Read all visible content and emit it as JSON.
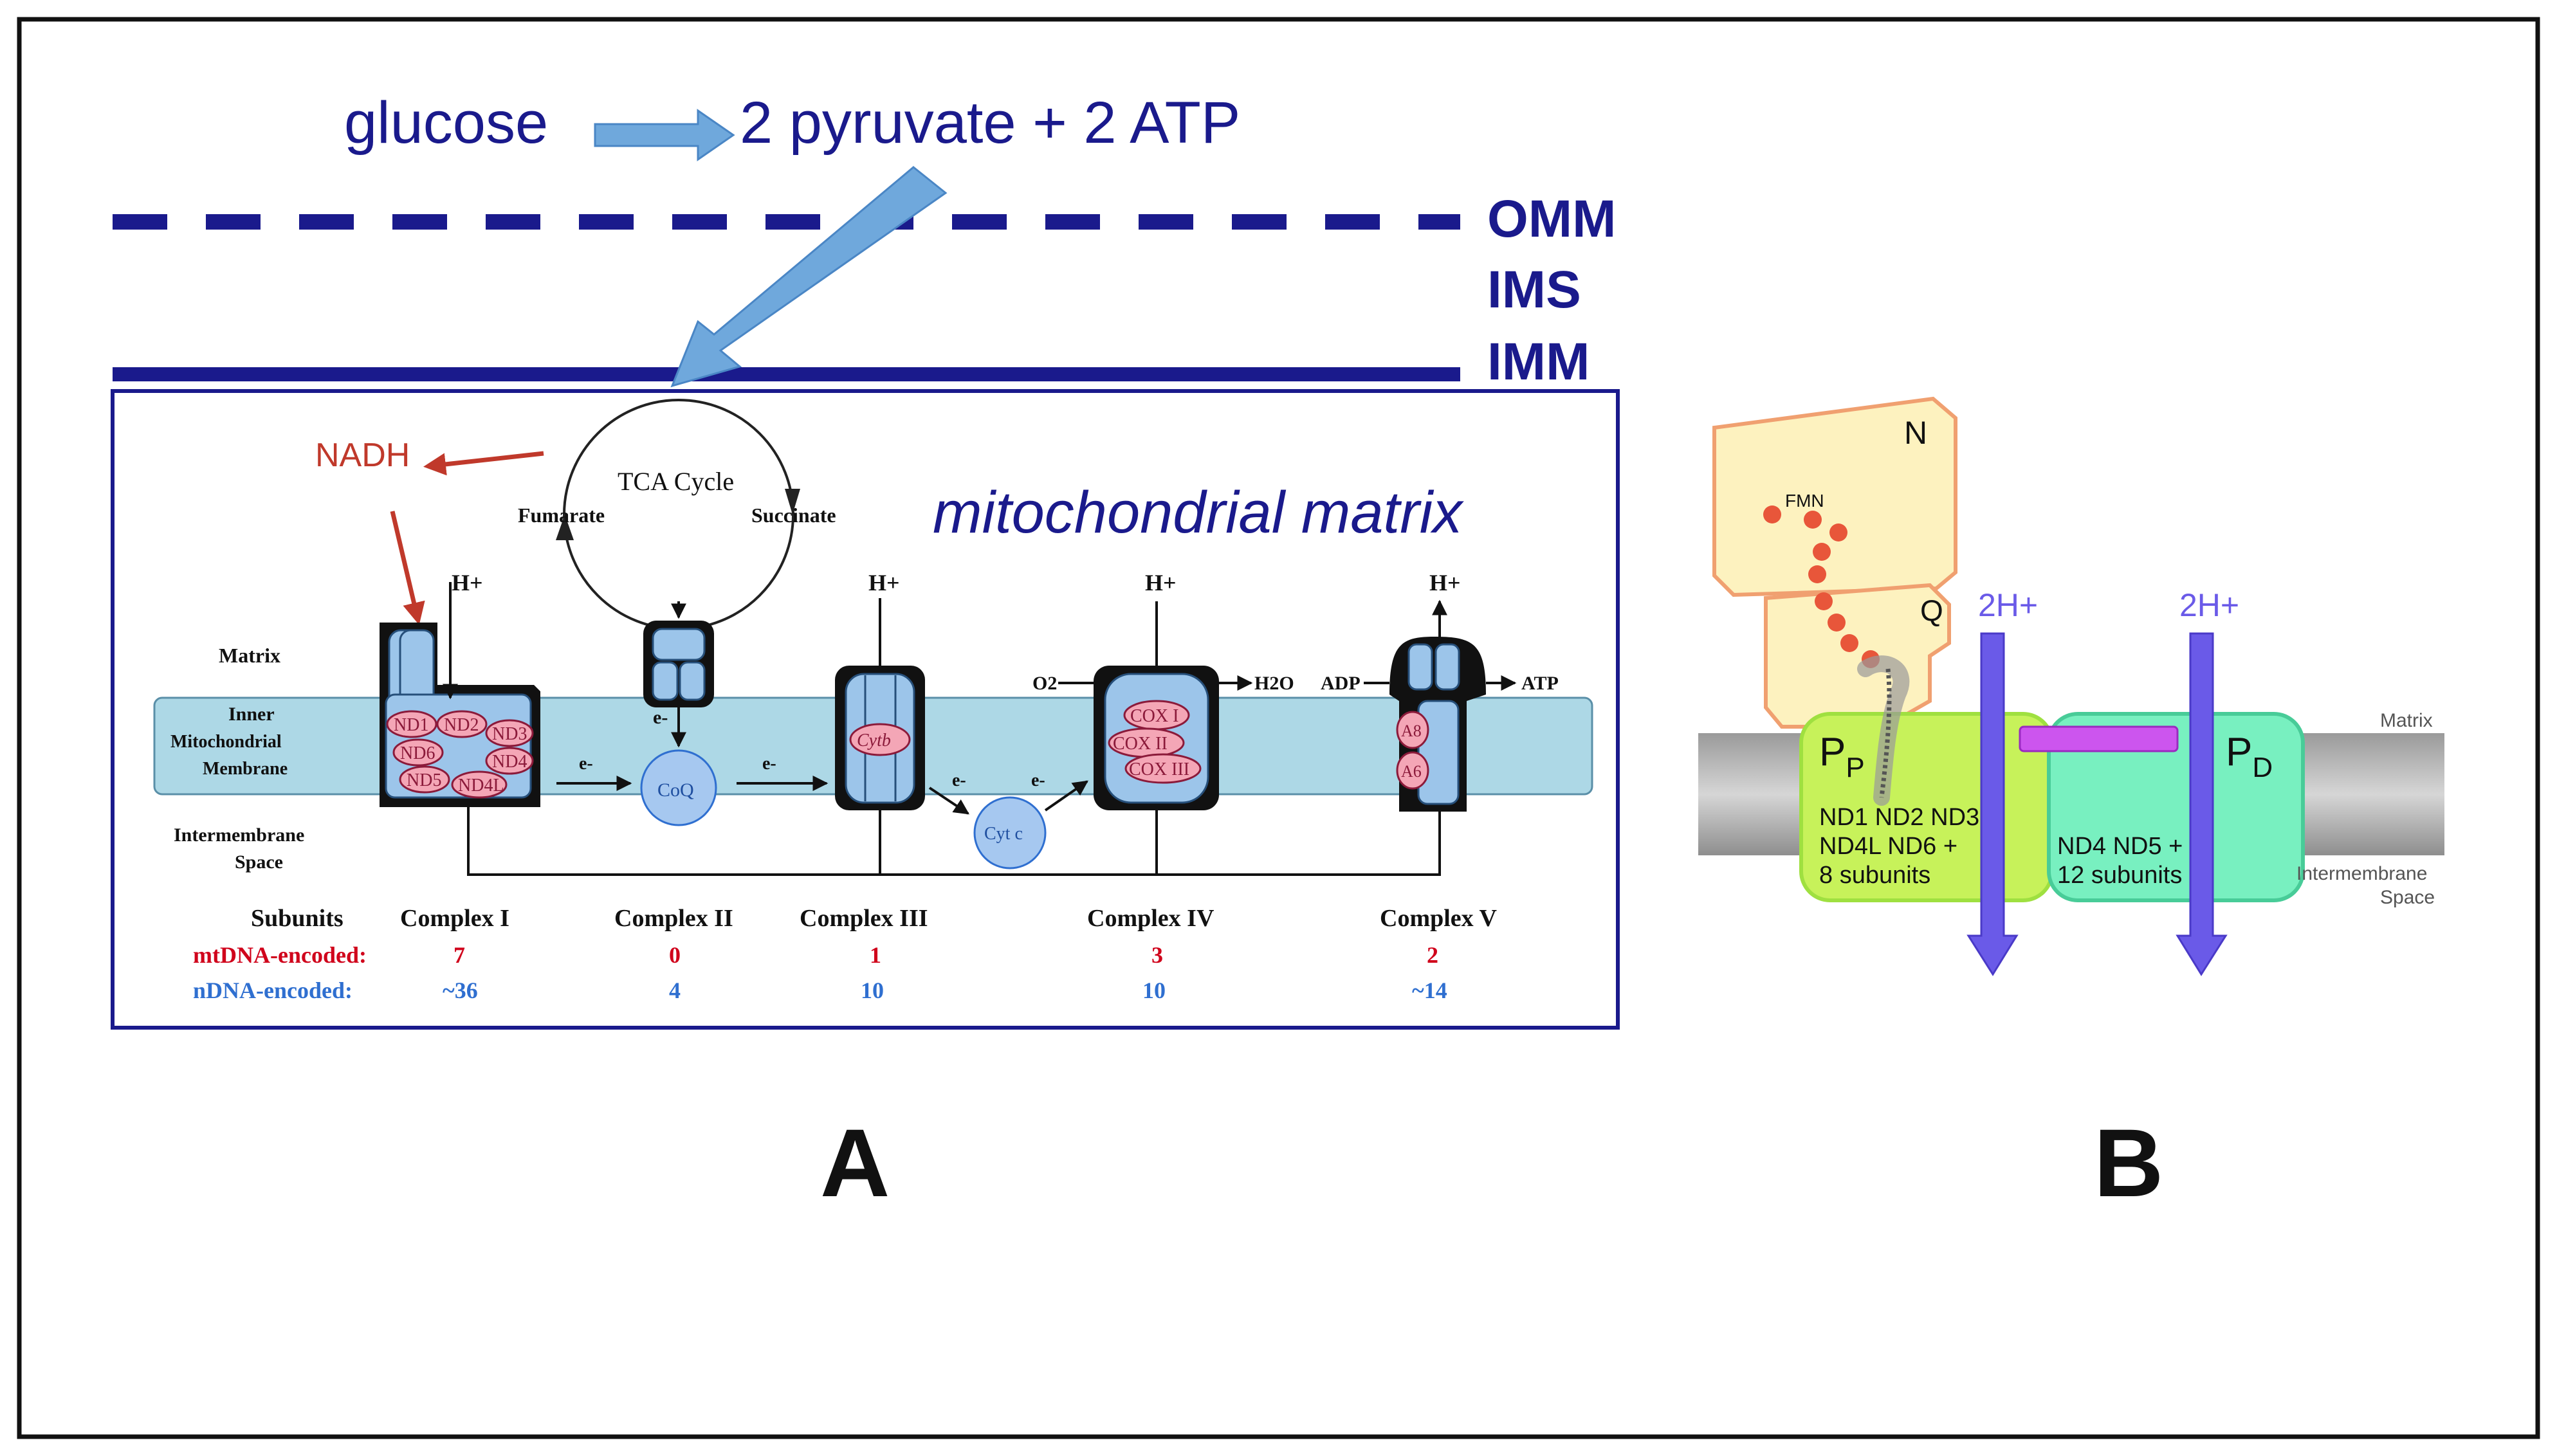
{
  "top": {
    "glucose": "glucose",
    "pyruvate": "2 pyruvate + 2 ATP",
    "omm": "OMM",
    "ims": "IMS",
    "imm": "IMM",
    "matrix_title": "mitochondrial matrix",
    "nadh": "NADH"
  },
  "tca": {
    "title": "TCA Cycle",
    "fumarate": "Fumarate",
    "succinate": "Succinate"
  },
  "regions": {
    "matrix": "Matrix",
    "inner1": "Inner",
    "inner2": "Mitochondrial",
    "inner3": "Membrane",
    "ims1": "Intermembrane",
    "ims2": "Space"
  },
  "complex1_subunits": [
    "ND1",
    "ND2",
    "ND3",
    "ND6",
    "ND4",
    "ND5",
    "ND4L"
  ],
  "complex3_subunit": "Cytb",
  "complex4_subunits": [
    "COX I",
    "COX II",
    "COX III"
  ],
  "complex5_subunits": [
    "A8",
    "A6"
  ],
  "labels": {
    "hplus": "H+",
    "eminus": "e-",
    "coq": "CoQ",
    "cytc": "Cyt c",
    "o2": "O2",
    "h2o": "H2O",
    "adp": "ADP",
    "atp": "ATP"
  },
  "table": {
    "header": "Subunits",
    "complexes": [
      "Complex I",
      "Complex II",
      "Complex III",
      "Complex IV",
      "Complex V"
    ],
    "mt_label": "mtDNA-encoded:",
    "mt_values": [
      "7",
      "0",
      "1",
      "3",
      "2"
    ],
    "n_label": "nDNA-encoded:",
    "n_values": [
      "~36",
      "4",
      "10",
      "10",
      "~14"
    ]
  },
  "panelB": {
    "n": "N",
    "fmn": "FMN",
    "q": "Q",
    "pp_main": "P",
    "pp_sub": "P",
    "pd_main": "P",
    "pd_sub": "D",
    "pp_text1": "ND1 ND2 ND3",
    "pp_text2": "ND4L ND6 +",
    "pp_text3": "8 subunits",
    "pd_text1": "ND4 ND5 +",
    "pd_text2": "12 subunits",
    "proton1": "2H+",
    "proton2": "2H+",
    "matrix": "Matrix",
    "ims1": "Intermembrane",
    "ims2": "Space"
  },
  "panel_labels": {
    "a": "A",
    "b": "B"
  },
  "colors": {
    "navy": "#1a1a8c",
    "red_label": "#c0392b",
    "mt_red": "#d0021b",
    "n_blue": "#2f6fd0",
    "membrane_blue": "#add8e6",
    "arrow_blue": "#6fa8dc",
    "proton_purple": "#6a5ae8"
  }
}
